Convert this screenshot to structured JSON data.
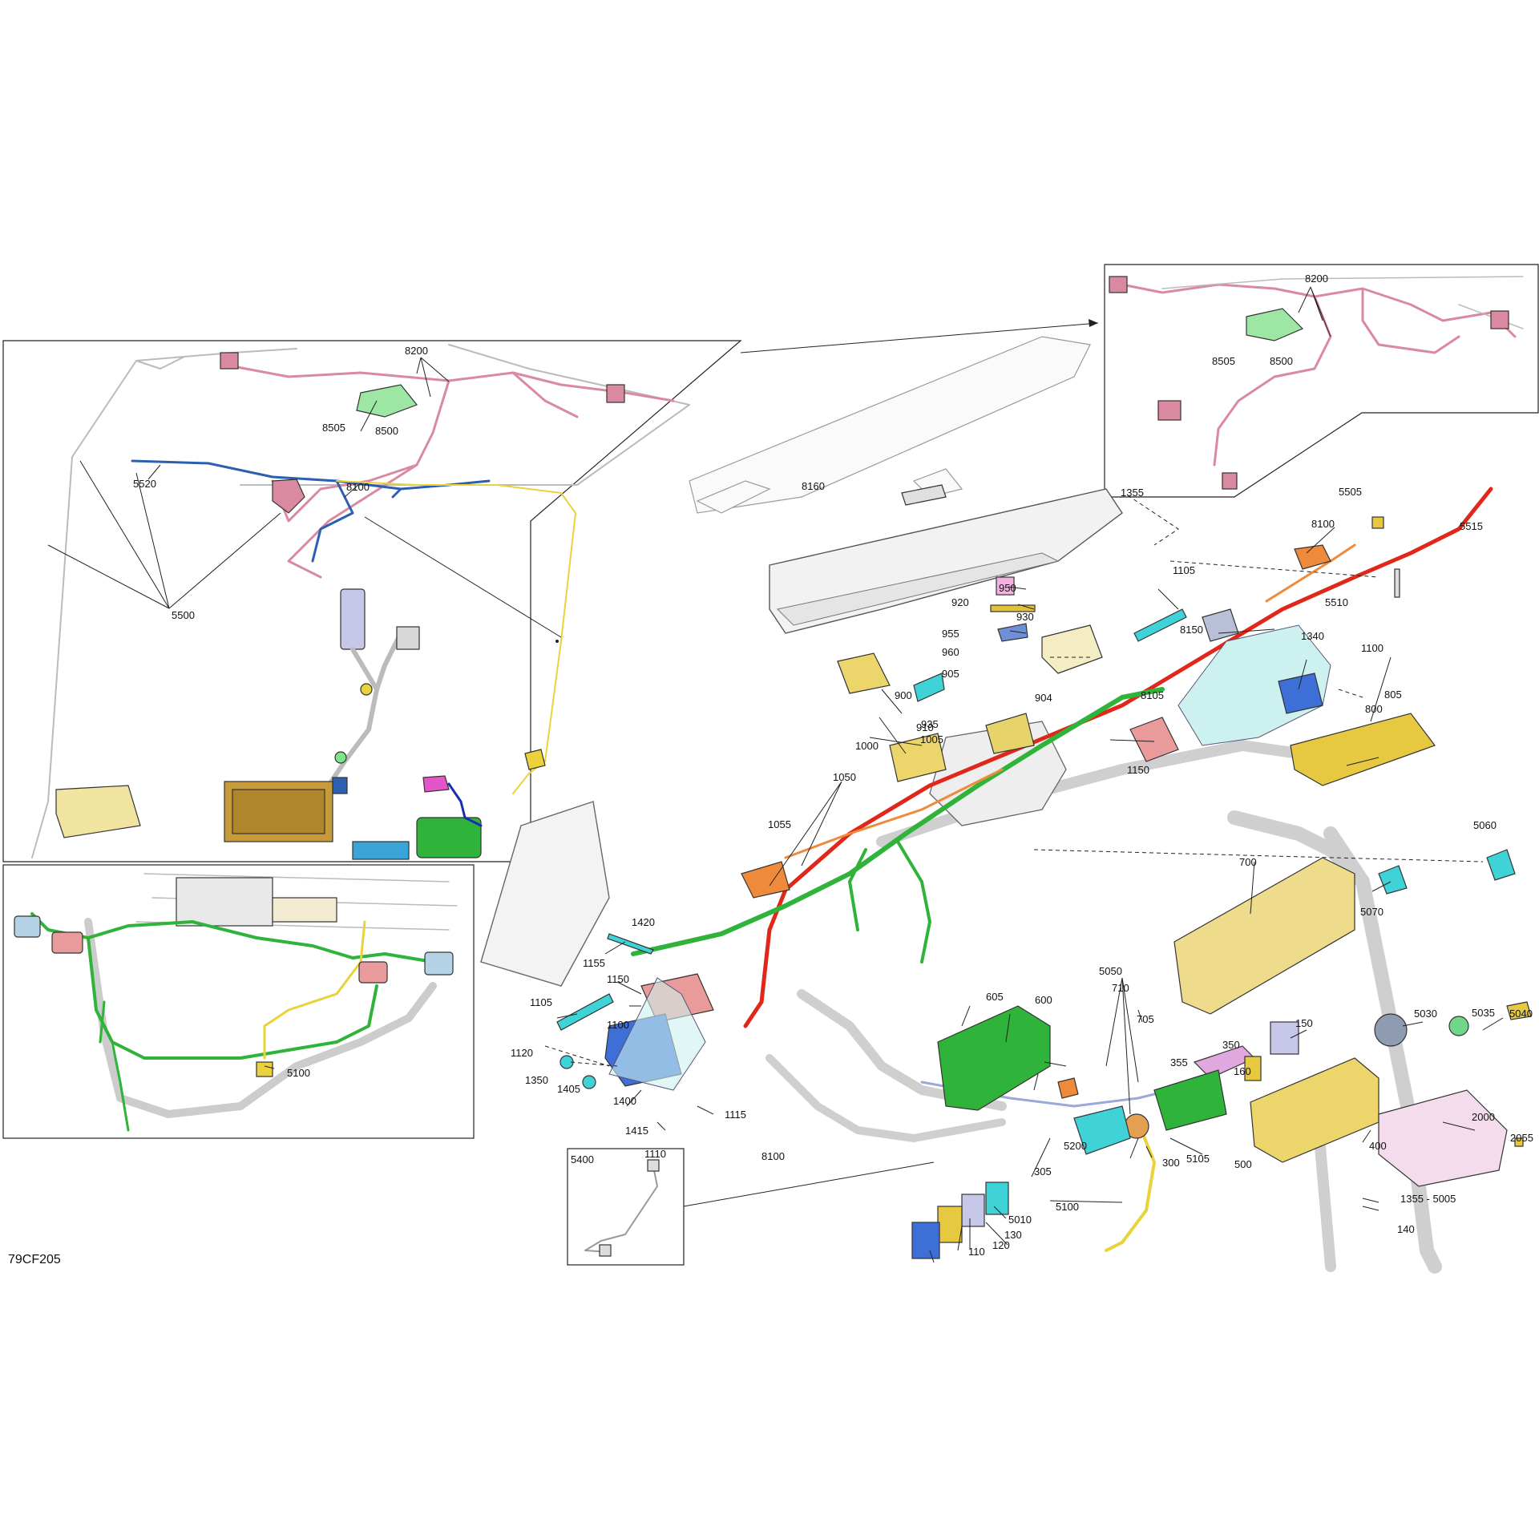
{
  "figure_code": "79CF205",
  "colors": {
    "harness_pink": "#d98aa0",
    "harness_blue": "#2d5fb0",
    "harness_green": "#2fb33a",
    "harness_red": "#e0271a",
    "harness_yellow": "#e9d23a",
    "orange": "#ef8a3a",
    "cyan": "#3fd3d8",
    "khaki": "#e6d36a",
    "rose": "#e99a9a",
    "royal_blue": "#3e6fd6",
    "lavender": "#c7c7ea",
    "magenta": "#e455c7",
    "frame_grey": "#cfcfcf"
  },
  "callouts": {
    "inset1": [
      "8200",
      "8505",
      "8500",
      "5520",
      "8100",
      "5500"
    ],
    "inset2": [
      "5100"
    ],
    "inset3": [
      "8200",
      "8505",
      "8500"
    ],
    "inset4": [
      "5400"
    ],
    "main": [
      "8160",
      "1355",
      "8100",
      "5505",
      "5515",
      "5510",
      "1105",
      "8150",
      "950",
      "920",
      "930",
      "955",
      "960",
      "905",
      "904",
      "900",
      "910",
      "935",
      "1005",
      "1000",
      "8105",
      "1340",
      "1100",
      "805",
      "800",
      "1150",
      "1050",
      "1055",
      "5060",
      "5070",
      "700",
      "1420",
      "1155",
      "1150",
      "1105",
      "1100",
      "1120",
      "1350",
      "1405",
      "1400",
      "1115",
      "1415",
      "1110",
      "8100",
      "605",
      "600",
      "710",
      "705",
      "5050",
      "5030",
      "5035",
      "5040",
      "150",
      "350",
      "355",
      "160",
      "400",
      "2000",
      "2055",
      "5200",
      "300",
      "500",
      "305",
      "5105",
      "5100",
      "5010",
      "1355 - 5005",
      "140",
      "130",
      "120",
      "110"
    ]
  }
}
